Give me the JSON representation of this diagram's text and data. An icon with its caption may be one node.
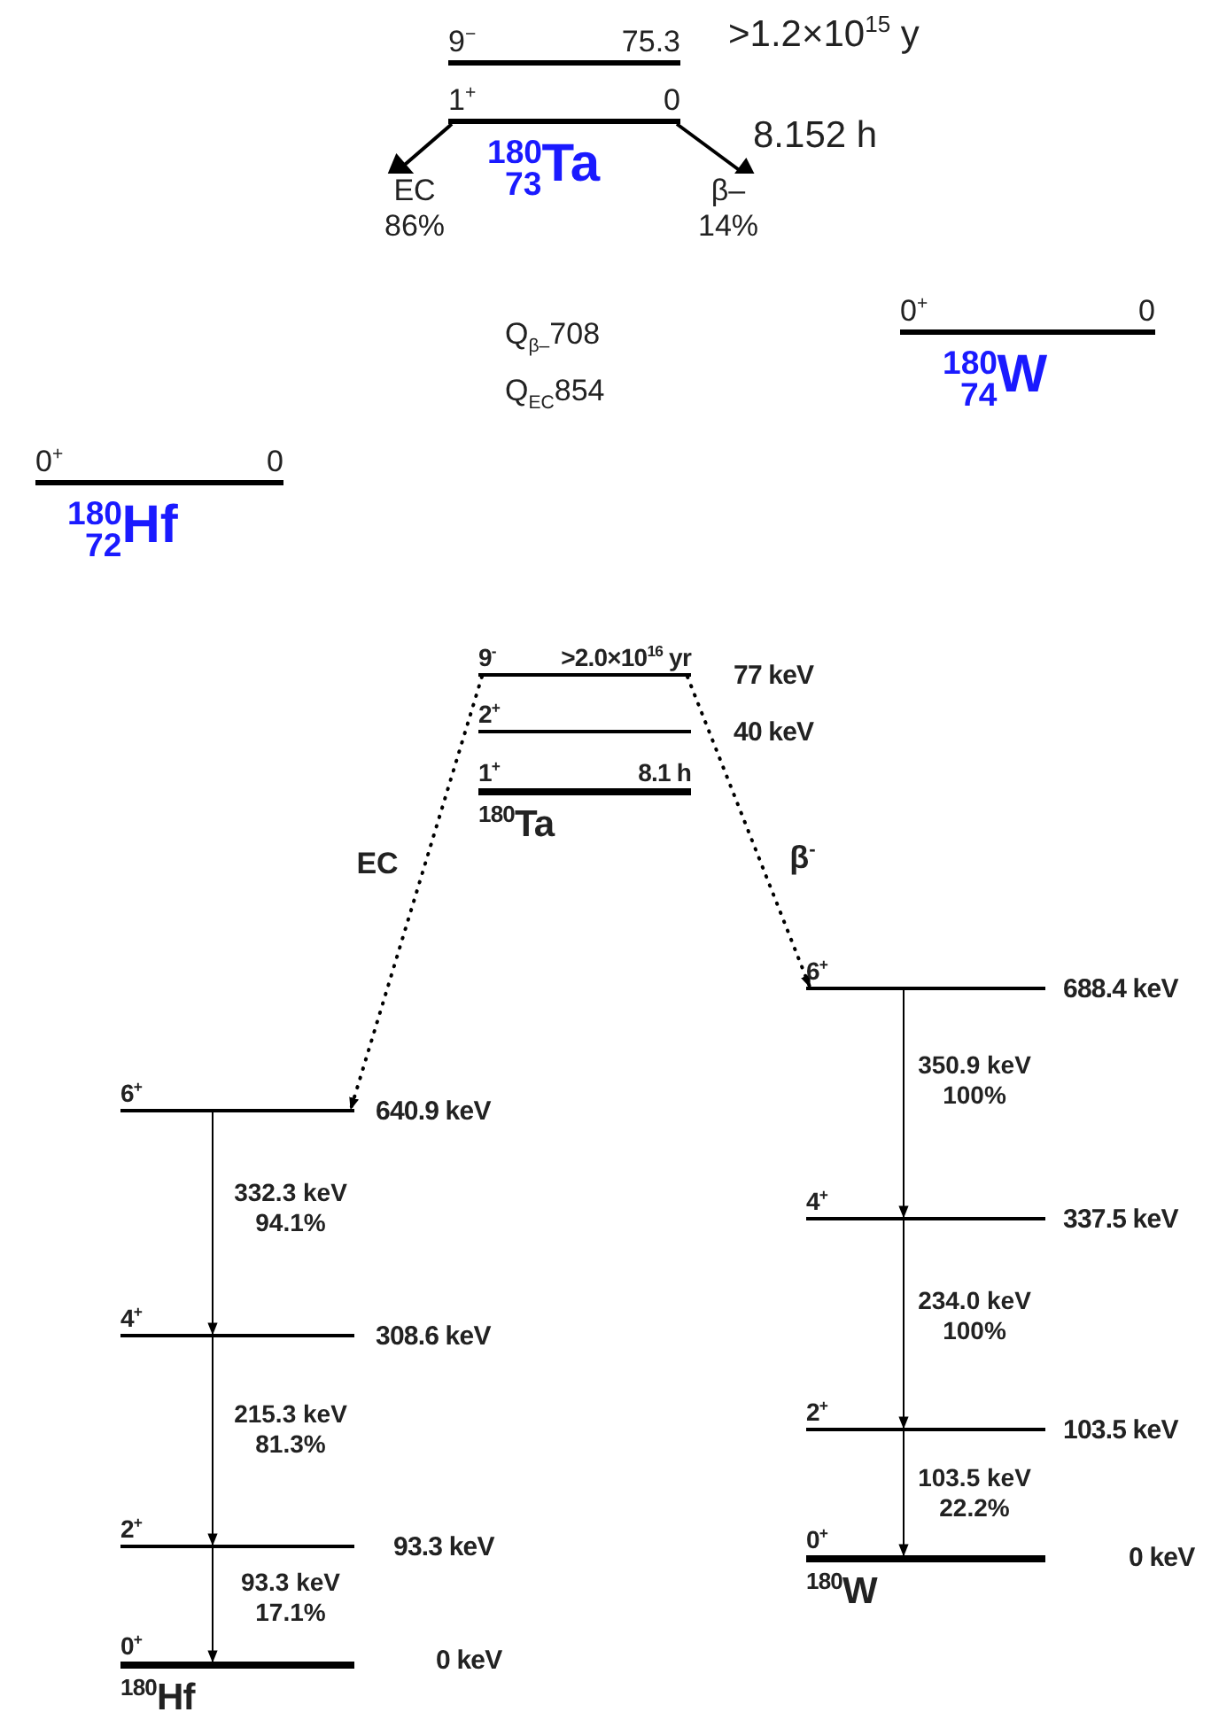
{
  "diagram": {
    "nodes": [
      {
        "text": [
          "9$^{−}$",
          "75.3"
        ],
        "beside": [
          ">1.2×10$^{15}$ y"
        ]
      },
      {
        "text": [
          "1$^{+}$",
          "0",
          "$^{180}$$_{73}$Ta"
        ],
        "beside": [
          "8.152 h"
        ]
      },
      {
        "text": [
          "0$^{+}$",
          "0",
          "$^{180}$$_{72}$Hf"
        ]
      },
      {
        "text": [
          "0$^{+}$",
          "0",
          "$^{180}$$_{74}$W"
        ]
      },
      {
        "text": [
          "9$^{-}$",
          ">2.0×10$^{16}$ yr"
        ],
        "beside": [
          "77 keV"
        ]
      },
      {
        "text": [
          "2$^{+}$"
        ],
        "beside": [
          "40 keV"
        ]
      },
      {
        "text": [
          "1$^{+}$",
          "8.1 h",
          "$^{180}$Ta"
        ]
      },
      {
        "text": [
          "6$^{+}$"
        ],
        "beside": [
          "640.9 keV"
        ]
      },
      {
        "text": [
          "4$^{+}$"
        ],
        "beside": [
          "308.6 keV"
        ]
      },
      {
        "text": [
          "2$^{+}$"
        ],
        "beside": [
          "93.3 keV"
        ]
      },
      {
        "text": [
          "0$^{+}$",
          "$^{180}$Hf"
        ],
        "beside": [
          "0 keV"
        ]
      },
      {
        "text": [
          "6$^{+}$"
        ],
        "beside": [
          "688.4 keV"
        ]
      },
      {
        "text": [
          "4$^{+}$"
        ],
        "beside": [
          "337.5 keV"
        ]
      },
      {
        "text": [
          "2$^{+}$"
        ],
        "beside": [
          "103.5 keV"
        ]
      },
      {
        "text": [
          "0$^{+}$",
          "$^{180}$W"
        ],
        "beside": [
          "0 keV"
        ]
      }
    ],
    "edges": [
      {
        "from": 1,
        "to": null,
        "arrow": "to",
        "label": "EC 86%"
      },
      {
        "from": 1,
        "to": null,
        "arrow": "to",
        "label": "β– 14%"
      },
      {
        "from": 4,
        "to": 7,
        "arrow": "to",
        "label": "EC",
        "style": "dashed"
      },
      {
        "from": 4,
        "to": 11,
        "arrow": "to",
        "label": "β$^{-}$",
        "style": "dashed"
      },
      {
        "from": 7,
        "to": 8,
        "arrow": "to",
        "label": "332.3 keV 94.1%"
      },
      {
        "from": 8,
        "to": 9,
        "arrow": "to",
        "label": "215.3 keV 81.3%"
      },
      {
        "from": 9,
        "to": 10,
        "arrow": "to",
        "label": "93.3 keV 17.1%"
      },
      {
        "from": 11,
        "to": 12,
        "arrow": "to",
        "label": "350.9 keV 100%"
      },
      {
        "from": 12,
        "to": 13,
        "arrow": "to",
        "label": "234.0 keV 100%"
      },
      {
        "from": 13,
        "to": 14,
        "arrow": "to",
        "label": "103.5 keV 22.2%"
      }
    ],
    "labels": [
      "Q$_{β–}$708",
      "Q$_{EC}$854"
    ]
  }
}
